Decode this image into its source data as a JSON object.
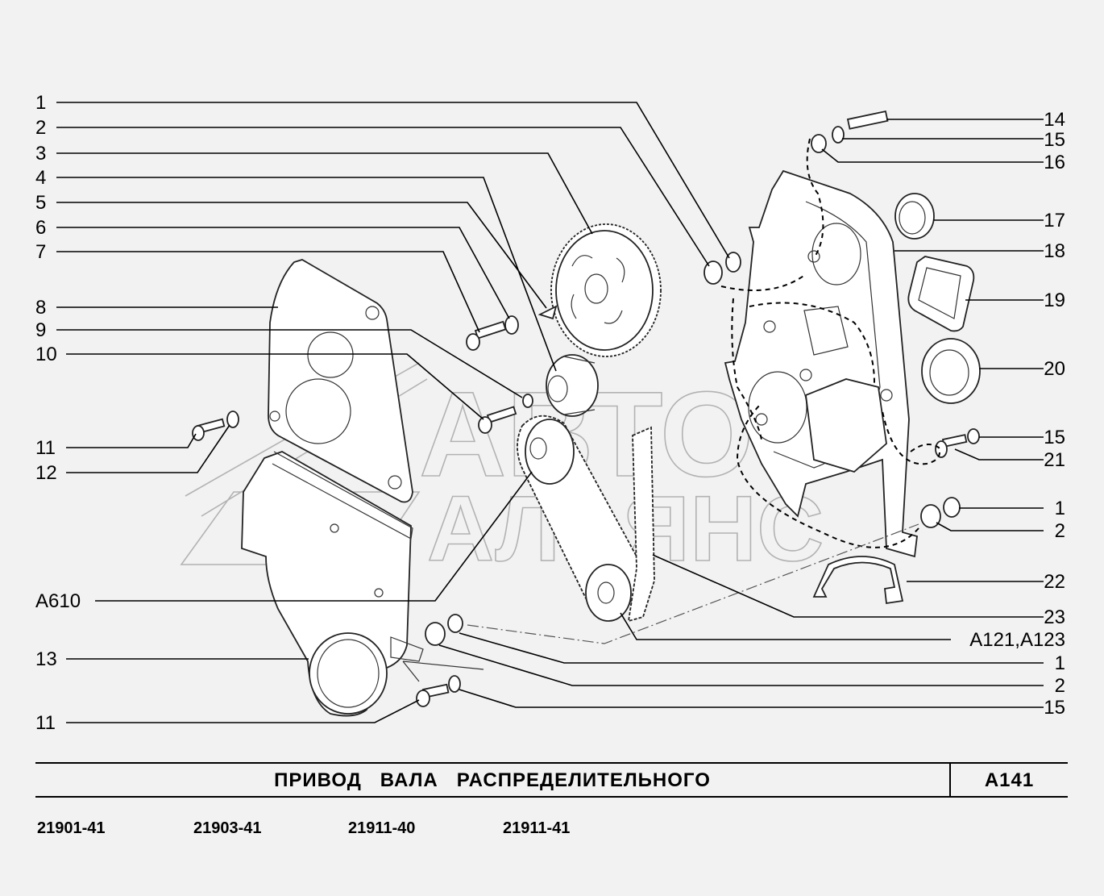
{
  "title": "ПРИВОД   ВАЛА   РАСПРЕДЕЛИТЕЛЬНОГО",
  "code": "А141",
  "variants": [
    "21901-41",
    "21903-41",
    "21911-40",
    "21911-41"
  ],
  "watermark": {
    "line1": "АВТО",
    "line2": "АЛЬЯНС"
  },
  "callouts": {
    "l1": "1",
    "l2": "2",
    "l3": "3",
    "l4": "4",
    "l5": "5",
    "l6": "6",
    "l7": "7",
    "l8": "8",
    "l9": "9",
    "l10": "10",
    "l11": "11",
    "l12": "12",
    "la610": "А610",
    "l13": "13",
    "l11b": "11",
    "r14": "14",
    "r15": "15",
    "r16": "16",
    "r17": "17",
    "r18": "18",
    "r19": "19",
    "r20": "20",
    "r15b": "15",
    "r21": "21",
    "r1": "1",
    "r2": "2",
    "r22": "22",
    "r23": "23",
    "ra121": "А121,А123",
    "r1b": "1",
    "r2b": "2",
    "r15c": "15"
  }
}
